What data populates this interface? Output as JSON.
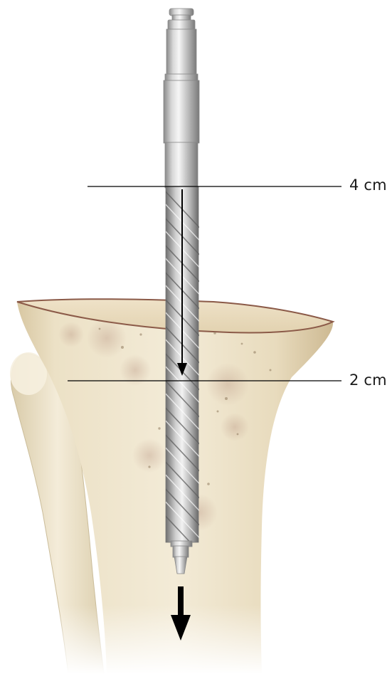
{
  "image": {
    "subject": "tibial-reamer-insertion",
    "palette": {
      "bone_light": "#f2ead6",
      "bone_mid": "#e6d9bb",
      "bone_shadow": "#c9b591",
      "cut_surface_edge": "#8b5a48",
      "cut_surface": "#ecdcc0",
      "fibula": "#efe6cf",
      "metal_light": "#f4f4f4",
      "metal_mid": "#bdbdbd",
      "metal_dark": "#7b7b7b",
      "line": "#000000"
    }
  },
  "depth_markers": [
    {
      "label": "4 cm"
    },
    {
      "label": "2 cm"
    }
  ],
  "direction": "downward"
}
